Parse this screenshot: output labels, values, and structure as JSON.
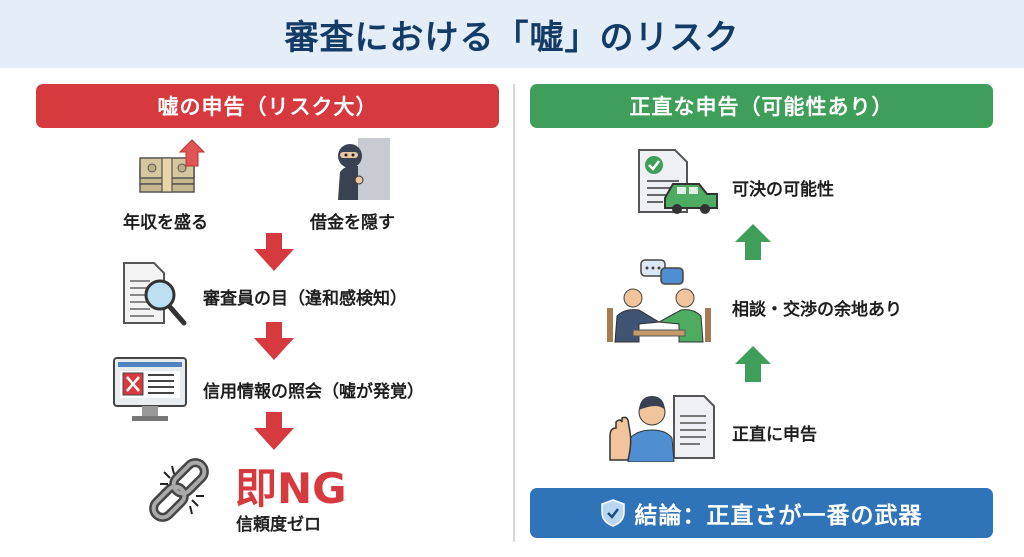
{
  "title": "審査における「嘘」のリスク",
  "left": {
    "header": "嘘の申告（リスク大）",
    "color": "#d63a3f",
    "items": [
      {
        "label": "年収を盛る",
        "icon": "money-up-icon"
      },
      {
        "label": "借金を隠す",
        "icon": "hiding-thief-icon"
      },
      {
        "label": "審査員の目（違和感検知）",
        "icon": "document-magnifier-icon"
      },
      {
        "label": "信用情報の照会（嘘が発覚）",
        "icon": "monitor-error-icon"
      }
    ],
    "result": {
      "title": "即NG",
      "subtitle": "信頼度ゼロ",
      "icon": "broken-chain-icon"
    }
  },
  "right": {
    "header": "正直な申告（可能性あり）",
    "color": "#3f9e5a",
    "items": [
      {
        "label": "可決の可能性",
        "icon": "approved-doc-car-icon"
      },
      {
        "label": "相談・交渉の余地あり",
        "icon": "handshake-icon"
      },
      {
        "label": "正直に申告",
        "icon": "person-document-icon"
      }
    ]
  },
  "conclusion": {
    "label": "結論：正直さが一番の武器",
    "icon": "shield-check-icon",
    "color": "#2f73b8"
  }
}
